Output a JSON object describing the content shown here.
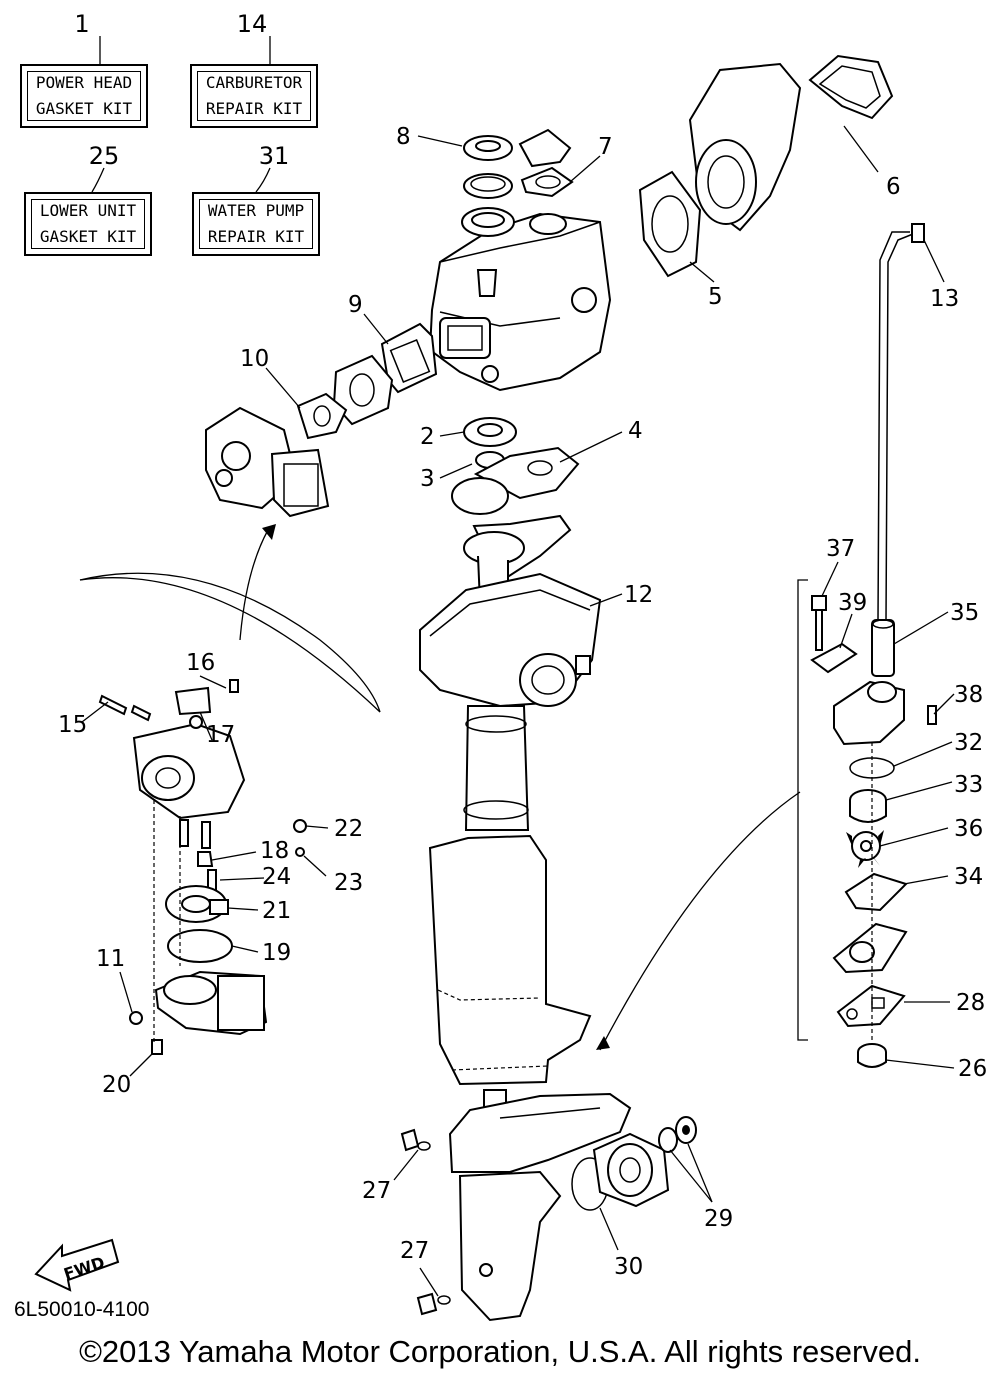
{
  "kits": [
    {
      "ref": "1",
      "line1": "POWER HEAD",
      "line2": "GASKET KIT"
    },
    {
      "ref": "14",
      "line1": "CARBURETOR",
      "line2": "REPAIR KIT"
    },
    {
      "ref": "25",
      "line1": "LOWER UNIT",
      "line2": "GASKET KIT"
    },
    {
      "ref": "31",
      "line1": "WATER PUMP",
      "line2": "REPAIR KIT"
    }
  ],
  "callouts": [
    "2",
    "3",
    "4",
    "5",
    "6",
    "7",
    "8",
    "9",
    "10",
    "11",
    "12",
    "13",
    "15",
    "16",
    "17",
    "18",
    "19",
    "20",
    "21",
    "22",
    "23",
    "24",
    "26",
    "27",
    "27",
    "28",
    "29",
    "30",
    "32",
    "33",
    "34",
    "35",
    "36",
    "37",
    "38",
    "39"
  ],
  "fwd_label": "FWD",
  "doc_code": "6L50010-4100",
  "copyright": "©2013 Yamaha Motor Corporation, U.S.A. All rights reserved."
}
